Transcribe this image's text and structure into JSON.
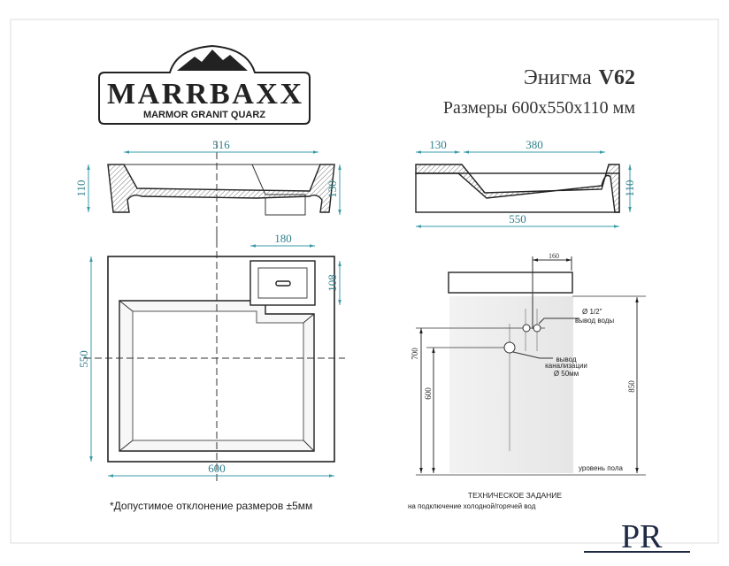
{
  "logo": {
    "brand": "MARRBAXX",
    "tagline": "MARMOR GRANIT QUARZ"
  },
  "header": {
    "title_name": "Энигма",
    "title_model": "V62",
    "subtitle": "Размеры 600x550x110 мм"
  },
  "front_section": {
    "width_dim": "516",
    "height_left_dim": "110",
    "height_right_dim": "130"
  },
  "side_section": {
    "ledge_dim": "130",
    "bowl_dim": "380",
    "depth_dim": "550",
    "height_dim": "110"
  },
  "plan_view": {
    "soap_width_dim": "180",
    "soap_depth_dim": "108",
    "depth_dim": "550",
    "width_dim": "600"
  },
  "tolerance_note": "*Допустимое отклонение размеров ±5мм",
  "install_spec": {
    "offset_dim": "160",
    "water_outlet_size": "Ø 1/2\"",
    "water_outlet_label": "вывод воды",
    "drain_label_1": "вывод",
    "drain_label_2": "канализации",
    "drain_size": "Ø 50мм",
    "water_height_dim": "700",
    "drain_height_dim": "600",
    "sink_height_dim": "850",
    "floor_label": "уровень пола",
    "title": "ТЕХНИЧЕСКОЕ ЗАДАНИЕ",
    "subtitle": "на подключение холодной/горячей вод"
  },
  "corner_logo": "PR",
  "colors": {
    "dimension": "#3a9aa8",
    "ink": "#222222",
    "wall": "#ececec"
  }
}
